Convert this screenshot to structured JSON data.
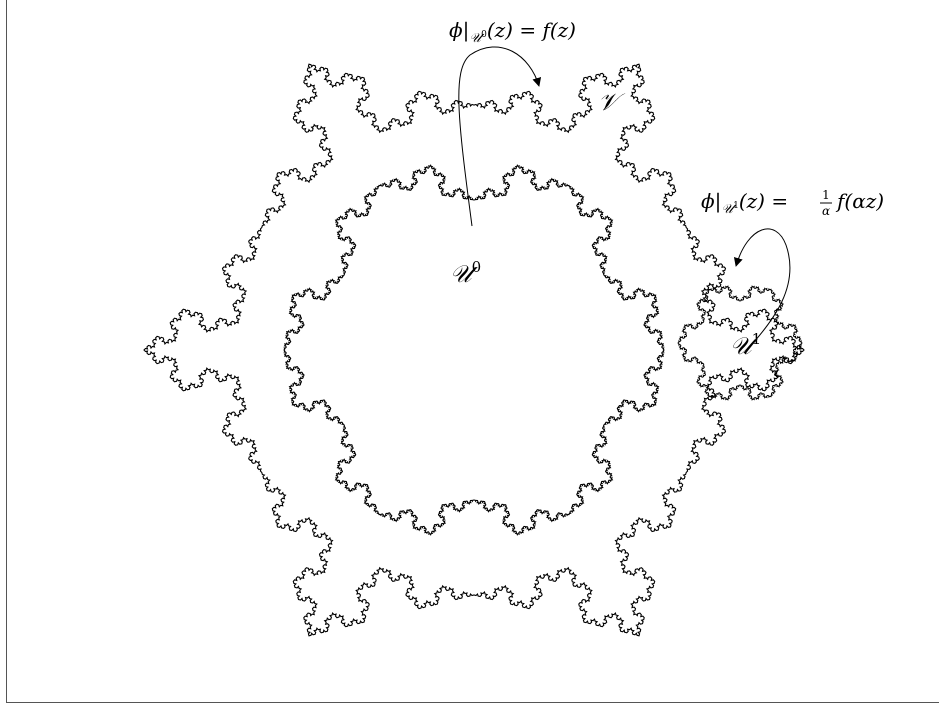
{
  "labels": {
    "outer_region": "𝒱",
    "inner_region": "𝒰",
    "inner_sup": "0",
    "small_region": "𝒰",
    "small_sup": "1",
    "map0": {
      "phi": "ϕ",
      "bar": "|",
      "sub": "𝒰",
      "subsup": "0",
      "rest": "(z) = f(z)"
    },
    "map1": {
      "phi": "ϕ",
      "bar": "|",
      "sub": "𝒰",
      "subsup": "1",
      "mid": "(z) = ",
      "frac_num": "1",
      "frac_den": "α",
      "rest": "f(αz)"
    }
  },
  "colors": {
    "stroke": "#000000",
    "frame": "#555555",
    "background": "#ffffff"
  },
  "shapes": [
    {
      "name": "outer-snowflake",
      "depth": 4
    },
    {
      "name": "inner-star",
      "depth": 4
    },
    {
      "name": "small-star",
      "depth": 3
    }
  ]
}
